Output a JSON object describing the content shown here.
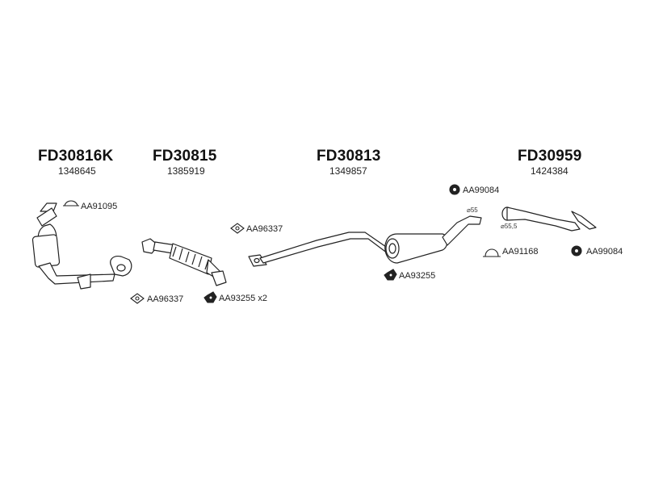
{
  "assemblies": [
    {
      "code": "FD30816K",
      "ref": "1348645"
    },
    {
      "code": "FD30815",
      "ref": "1385919"
    },
    {
      "code": "FD30813",
      "ref": "1349857"
    },
    {
      "code": "FD30959",
      "ref": "1424384"
    }
  ],
  "hardware": {
    "aa91095": "AA91095",
    "aa96337_a": "AA96337",
    "aa96337_b": "AA96337",
    "aa93255_x2": "AA93255 x2",
    "aa93255": "AA93255",
    "aa99084_a": "AA99084",
    "aa91168": "AA91168",
    "aa99084_b": "AA99084"
  },
  "diameters": {
    "d55": "⌀55",
    "d555": "⌀55,5"
  }
}
